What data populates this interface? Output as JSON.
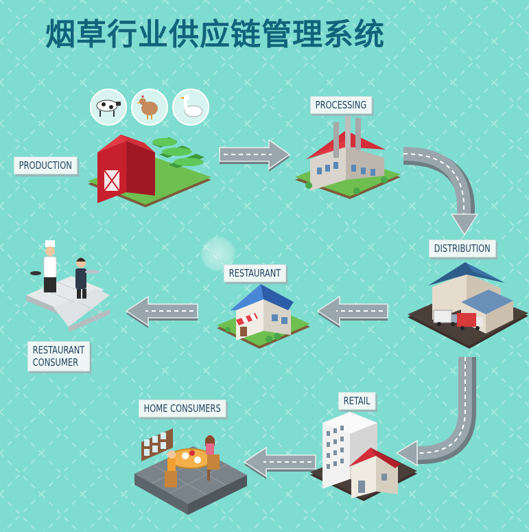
{
  "title": "烟草行业供应链管理系统",
  "stages": {
    "production": "PRODUCTION",
    "processing": "PROCESSING",
    "distribution": "DISTRIBUTION",
    "retail": "RETAIL",
    "restaurant": "RESTAURANT",
    "home_consumers": "HOME CONSUMERS",
    "restaurant_consumer": "RESTAURANT\nCONSUMER"
  },
  "icons": [
    "cow-icon",
    "chicken-icon",
    "goose-icon"
  ],
  "colors": {
    "background": "#7fdcd0",
    "title": "#11637a",
    "road": "#8e9aa1",
    "red_roof": "#d42e3a",
    "blue_roof": "#3b74c9"
  }
}
